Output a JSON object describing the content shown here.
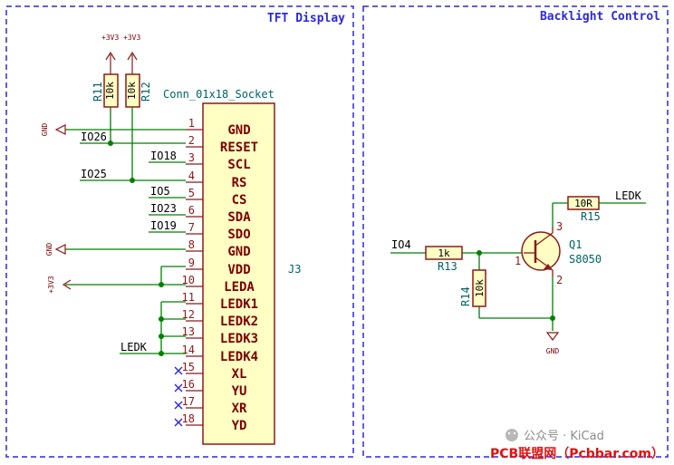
{
  "sheets": {
    "tft_title": "TFT Display",
    "backlight_title": "Backlight Control"
  },
  "connector": {
    "ref": "J3",
    "value": "Conn_01x18_Socket",
    "pins": [
      {
        "num": "1",
        "name": "GND"
      },
      {
        "num": "2",
        "name": "RESET"
      },
      {
        "num": "3",
        "name": "SCL"
      },
      {
        "num": "4",
        "name": "RS"
      },
      {
        "num": "5",
        "name": "CS"
      },
      {
        "num": "6",
        "name": "SDA"
      },
      {
        "num": "7",
        "name": "SDO"
      },
      {
        "num": "8",
        "name": "GND"
      },
      {
        "num": "9",
        "name": "VDD"
      },
      {
        "num": "10",
        "name": "LEDA"
      },
      {
        "num": "11",
        "name": "LEDK1"
      },
      {
        "num": "12",
        "name": "LEDK2"
      },
      {
        "num": "13",
        "name": "LEDK3"
      },
      {
        "num": "14",
        "name": "LEDK4"
      },
      {
        "num": "15",
        "name": "XL"
      },
      {
        "num": "16",
        "name": "YU"
      },
      {
        "num": "17",
        "name": "XR"
      },
      {
        "num": "18",
        "name": "YD"
      }
    ]
  },
  "nets": {
    "io26": "IO26",
    "io18": "IO18",
    "io25": "IO25",
    "io5": "IO5",
    "io23": "IO23",
    "io19": "IO19",
    "ledk_left": "LEDK",
    "io4": "IO4",
    "ledk_right": "LEDK"
  },
  "power": {
    "v3_a": "+3V3",
    "v3_b": "+3V3",
    "v3_vdd": "+3V3",
    "gnd_1": "GND",
    "gnd_2": "GND",
    "gnd_q1": "GND"
  },
  "resistors": {
    "r11": {
      "ref": "R11",
      "value": "10k"
    },
    "r12": {
      "ref": "R12",
      "value": "10k"
    },
    "r13": {
      "ref": "R13",
      "value": "1k"
    },
    "r14": {
      "ref": "R14",
      "value": "10k"
    },
    "r15": {
      "ref": "R15",
      "value": "10R"
    }
  },
  "transistor": {
    "ref": "Q1",
    "value": "S8050",
    "pin_base": "1",
    "pin_collector": "3",
    "pin_emitter": "2"
  },
  "watermark": {
    "wechat": "公众号 · KiCad",
    "site": "PCB联盟网（Pcbbar.com）"
  },
  "colors": {
    "sheet_border": "#2a2ae0",
    "wire": "#008000",
    "component": "#8b1a1a",
    "body_fill": "#ffffc4",
    "no_connect": "#2a2ae0"
  }
}
